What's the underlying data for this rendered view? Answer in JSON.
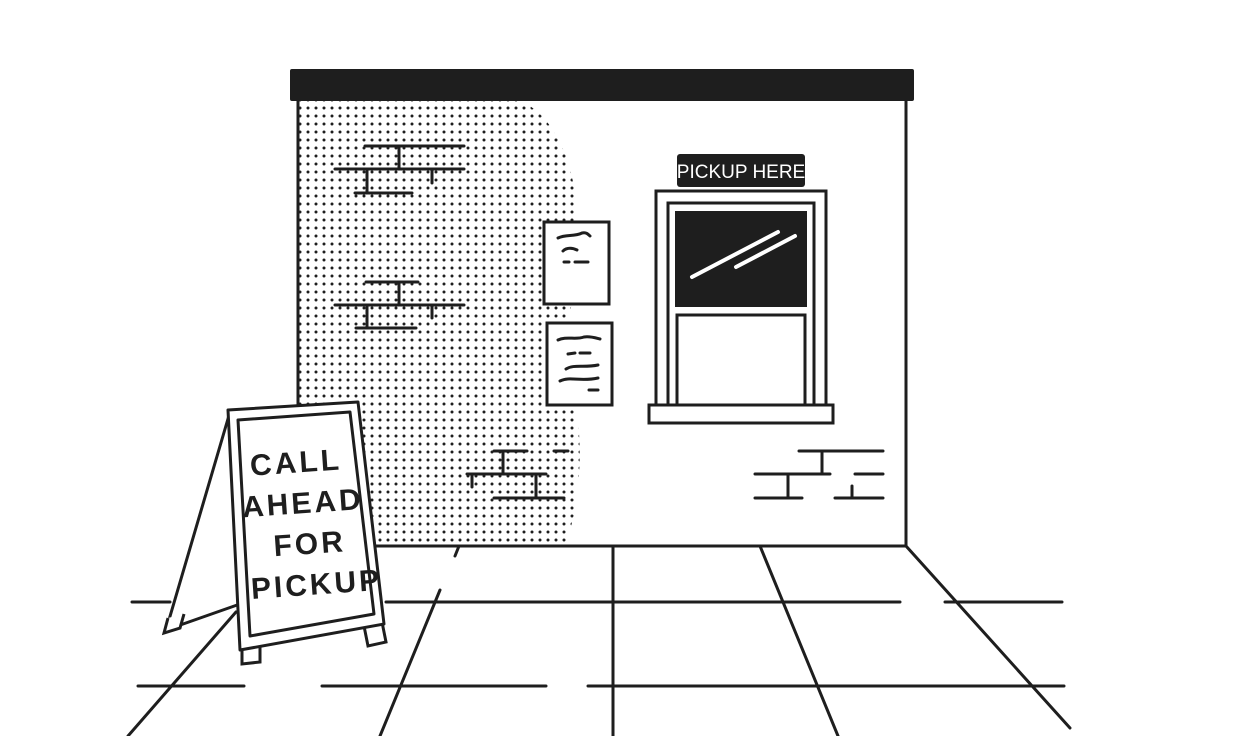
{
  "scene": {
    "window_sign": {
      "text": "PICKUP HERE"
    },
    "sandwich_board": {
      "lines": [
        "CALL",
        "AHEAD",
        "FOR",
        "PICKUP"
      ]
    }
  },
  "colors": {
    "ink": "#1e1e1e",
    "background": "#ffffff"
  }
}
